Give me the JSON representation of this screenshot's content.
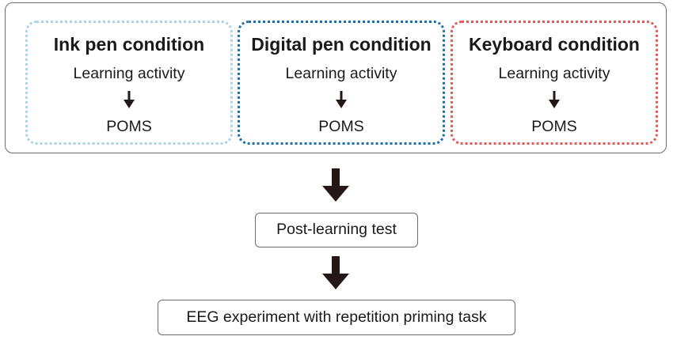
{
  "conditions": [
    {
      "title": "Ink pen condition",
      "activity": "Learning activity",
      "measure": "POMS",
      "border_color": "#a8d4e4"
    },
    {
      "title": "Digital pen condition",
      "activity": "Learning activity",
      "measure": "POMS",
      "border_color": "#1c6fa8"
    },
    {
      "title": "Keyboard condition",
      "activity": "Learning activity",
      "measure": "POMS",
      "border_color": "#e05a55"
    }
  ],
  "steps": [
    {
      "label": "Post-learning test"
    },
    {
      "label": "EEG experiment with repetition priming task"
    }
  ],
  "colors": {
    "arrow": "#231815",
    "frame": "#6b6b6b"
  }
}
